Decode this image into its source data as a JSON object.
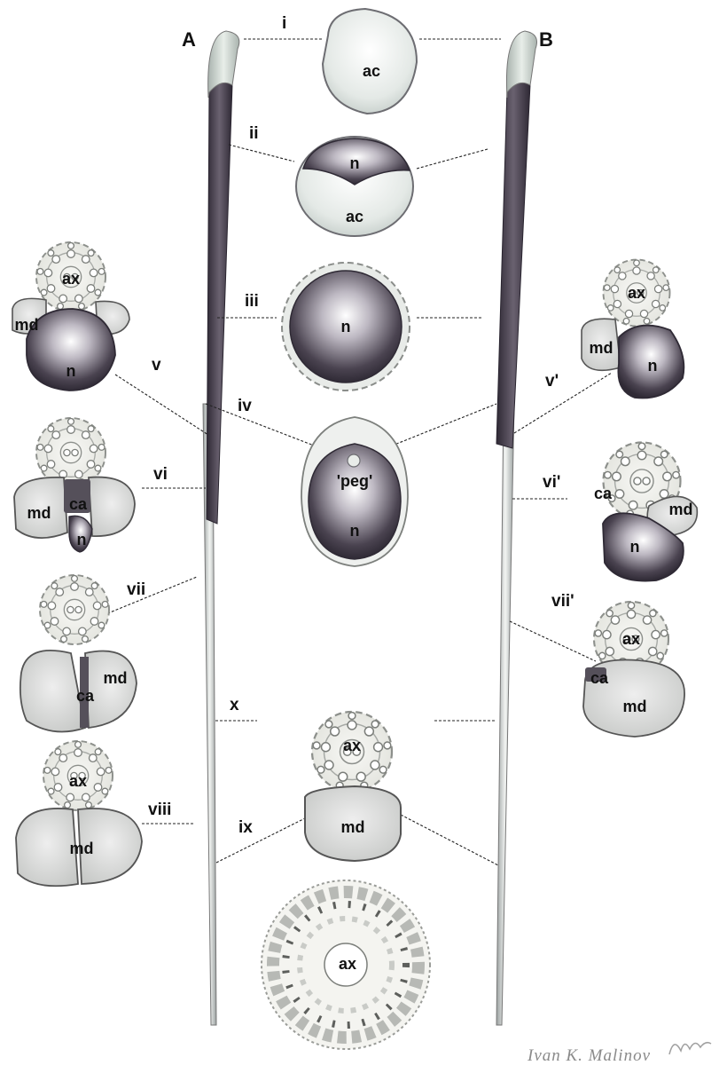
{
  "figure": {
    "sperm_labels": {
      "a": "A",
      "b": "B"
    },
    "level_labels": {
      "i": "i",
      "ii": "ii",
      "iii": "iii",
      "iv": "iv",
      "v": "v",
      "vi": "vi",
      "vii": "vii",
      "viii": "viii",
      "ix": "ix",
      "x": "x",
      "v_prime": "v'",
      "vi_prime": "vi'",
      "vii_prime": "vii'"
    },
    "organelles": {
      "ac": "ac",
      "n": "n",
      "ax": "ax",
      "md": "md",
      "ca": "ca",
      "peg": "'peg'"
    },
    "signature": "Ivan K. Malinov",
    "colors": {
      "nucleus": "#4a4350",
      "acrosome": "#e4e9e6",
      "mitochondrial_derivative": "#d7d9d7",
      "outline": "#6d6d72",
      "membrane": "#c9ccc9"
    }
  }
}
